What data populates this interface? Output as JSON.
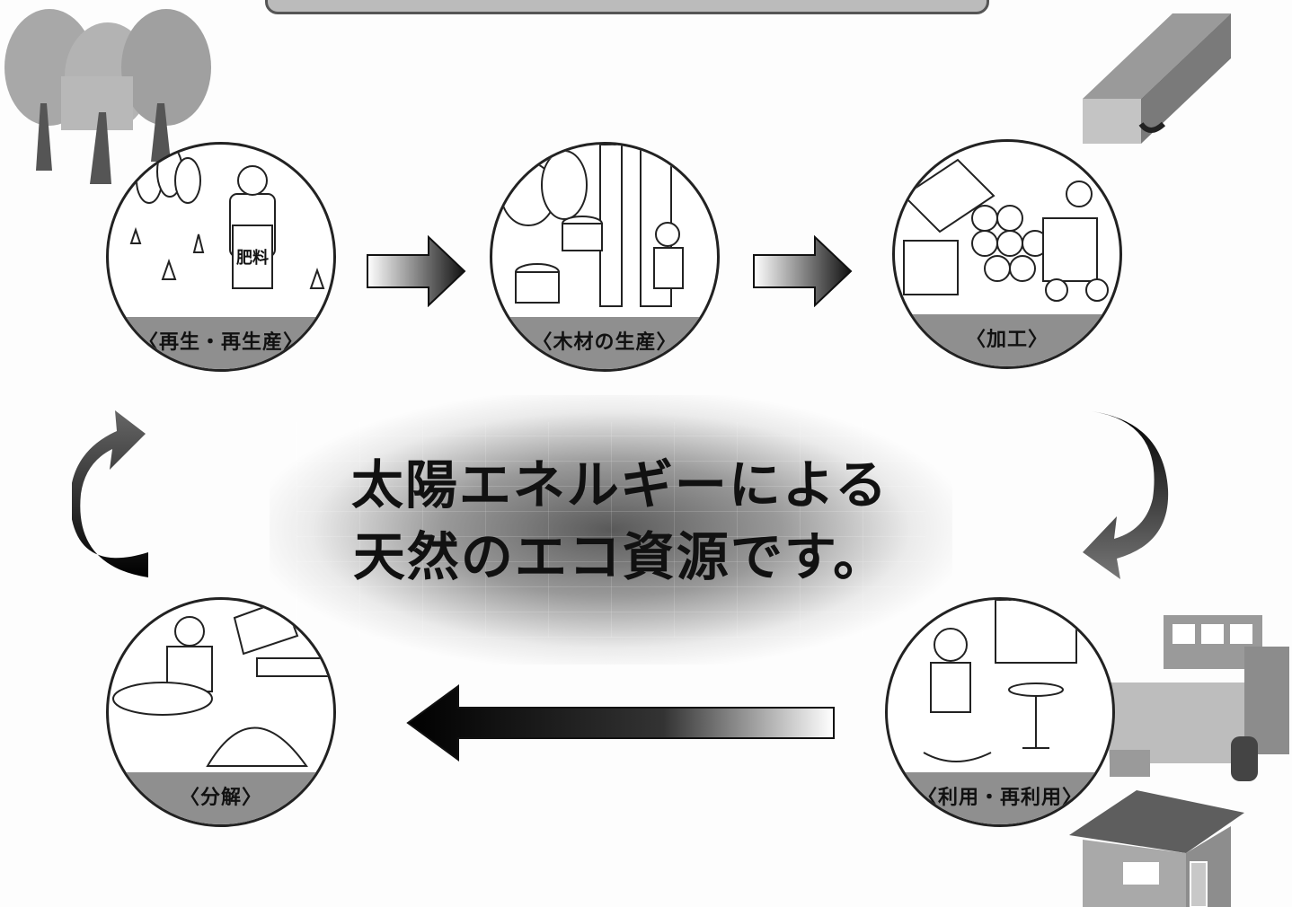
{
  "headline": {
    "line1": "太陽エネルギーによる",
    "line2": "天然のエコ資源です。"
  },
  "stages": [
    {
      "id": "regeneration",
      "label": "〈再生・再生産〉"
    },
    {
      "id": "timber-production",
      "label": "〈木材の生産〉"
    },
    {
      "id": "processing",
      "label": "〈加工〉"
    },
    {
      "id": "use-reuse",
      "label": "〈利用・再利用〉"
    },
    {
      "id": "decomposition",
      "label": "〈分解〉"
    }
  ],
  "illustration_text": {
    "fertilizer_bag": "肥料"
  },
  "icons": [
    "forest-icon",
    "lumber-board-icon",
    "truck-icon",
    "house-icon"
  ],
  "colors": {
    "ink": "#111111",
    "band": "#8f8f8f",
    "decor_gray": "#9a9a9a"
  }
}
